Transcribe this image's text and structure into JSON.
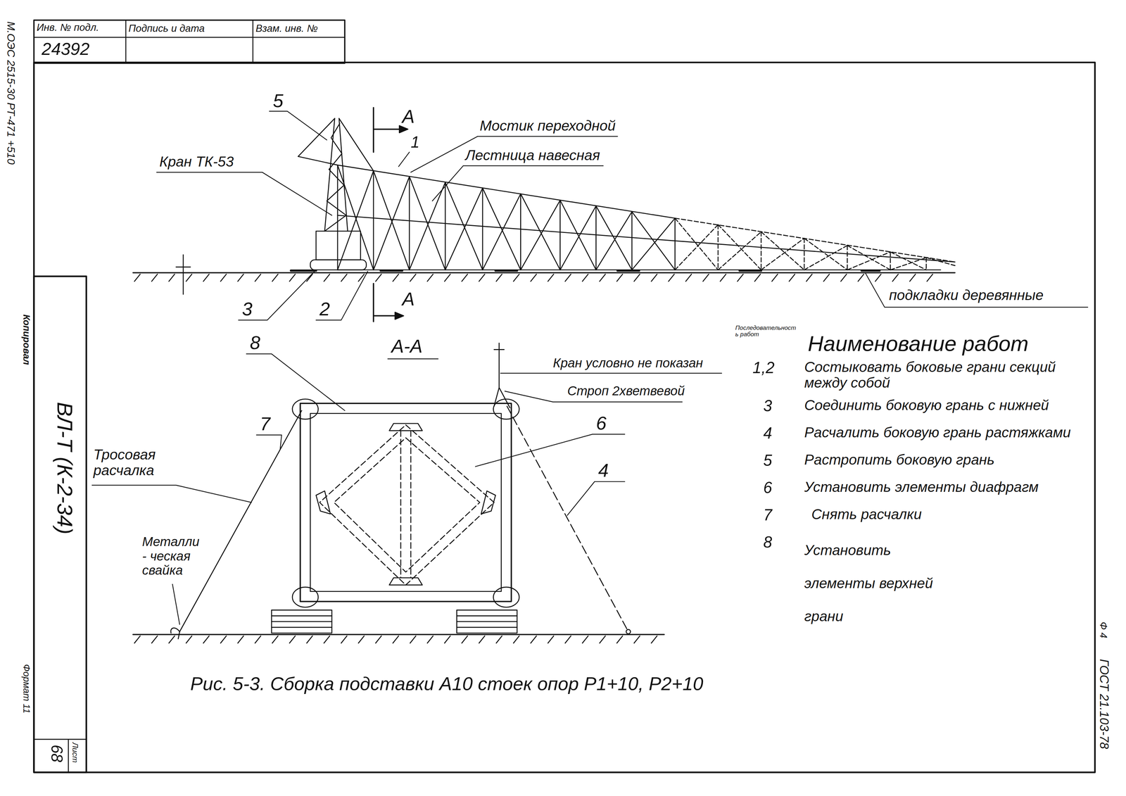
{
  "diagram": {
    "caption": "Рис. 5-3. Сборка подставки А10 стоек опор Р1+10, Р2+10",
    "labels": [
      "М.ОЭС 2515-30 РТ-471 +510",
      "Инв. № подл.",
      "Подпись и дата",
      "Взам. инв. №",
      "24392",
      "5",
      "Кран ТК-53",
      "А",
      "1",
      "Мостик переходной",
      "Лестница навесная",
      "3",
      "2",
      "А",
      "подкладки деревянные",
      "8",
      "А-А",
      "Кран условно не показан",
      "Строп 2хветвевой",
      "7",
      "6",
      "4",
      "Тросовая расчалка",
      "Металли- ческая свайка",
      "Последовательность работ",
      "Наименование работ",
      "1,2",
      "Состыковать боковые грани секций между собой",
      "3",
      "Соединить боковую грань с нижней",
      "4",
      "Расчалить боковую грань растяжками",
      "5",
      "Растропить боковую грань",
      "6",
      "Установить элементы диафрагм",
      "7",
      "Снять расчалки",
      "8",
      "Установить элементы верхней грани",
      "ВЛ-Т (К-2-34)",
      "Копировал",
      "Формат 11",
      "68",
      "Лист",
      "Ф 4",
      "ГОСТ 21.103-78"
    ]
  }
}
